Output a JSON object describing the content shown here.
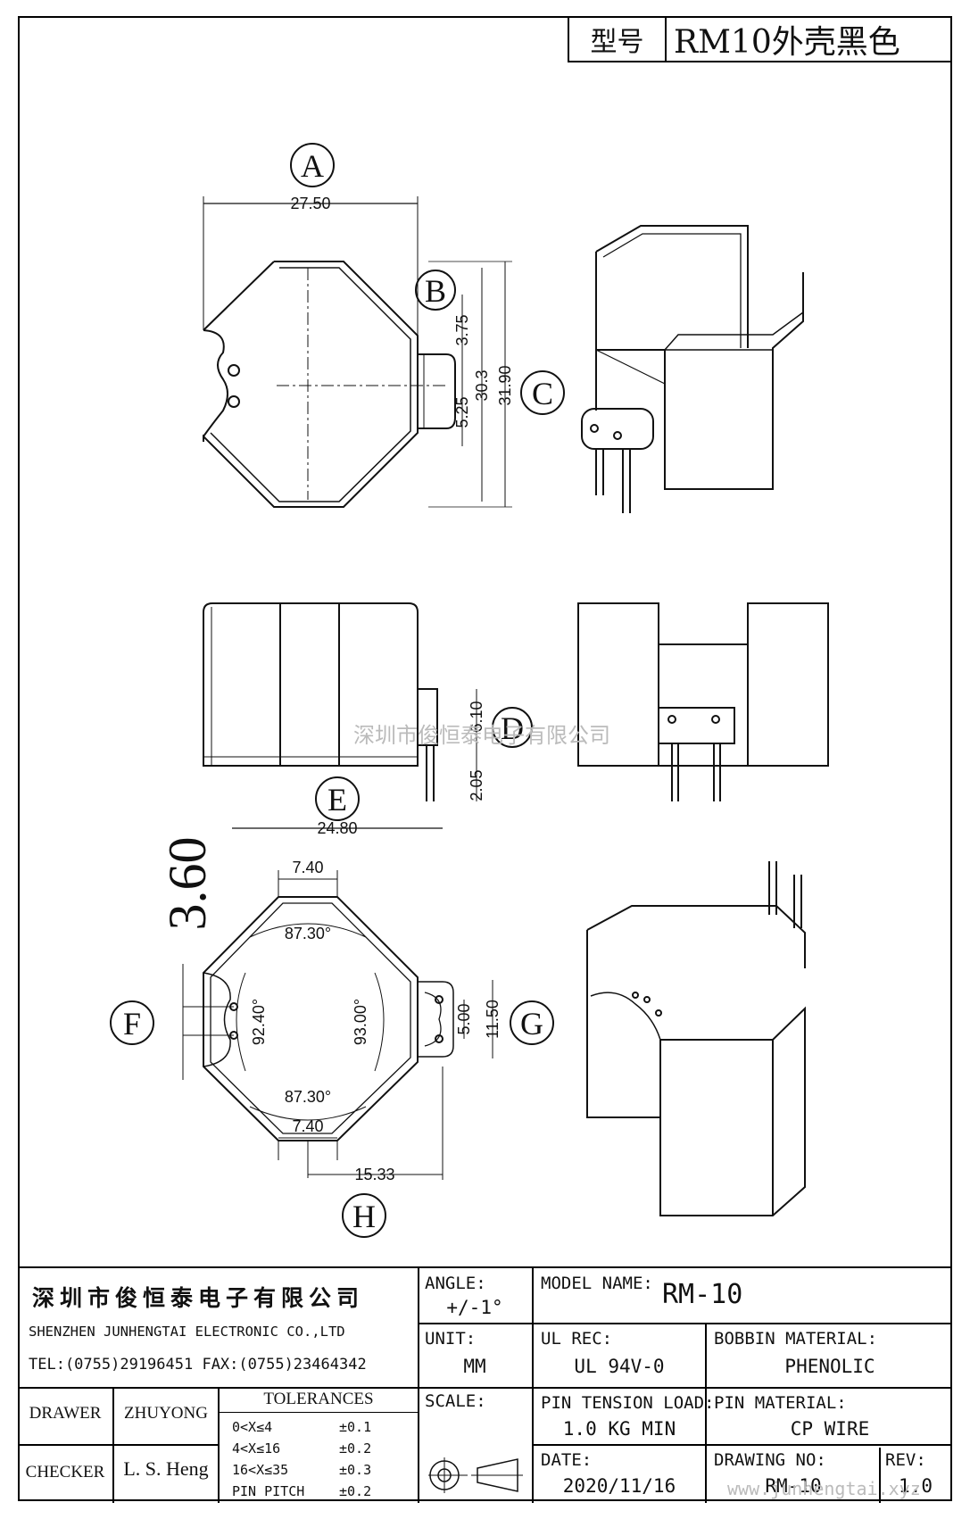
{
  "header": {
    "model_label": "型号",
    "model_value": "RM10外壳黑色"
  },
  "views": {
    "top": {
      "circle_a": "A",
      "circle_b": "B",
      "circle_c": "C",
      "dim_width": "27.50",
      "dim_375": "3.75",
      "dim_303": "30.3",
      "dim_525": "5.25",
      "dim_3190": "31.90"
    },
    "side": {
      "circle_d": "D",
      "dim_610": "6.10",
      "dim_205": "2.05"
    },
    "bottom": {
      "circle_e": "E",
      "circle_f": "F",
      "circle_g": "G",
      "circle_h": "H",
      "dim_2480": "24.80",
      "dim_740_top": "7.40",
      "dim_angle_top": "87.30°",
      "dim_angle_left": "92.40°",
      "dim_angle_right": "93.00°",
      "dim_angle_bottom": "87.30°",
      "dim_740_bottom": "7.40",
      "dim_1533": "15.33",
      "dim_500": "5.00",
      "dim_1150": "11.50",
      "dim_360": "3.60"
    }
  },
  "watermark": {
    "center": "深圳市俊恒泰电子有限公司",
    "corner": "www.junhengtai.xyz"
  },
  "title_block": {
    "company_cn": "深圳市俊恒泰电子有限公司",
    "company_en": "SHENZHEN JUNHENGTAI ELECTRONIC CO.,LTD",
    "company_tel": "TEL:(0755)29196451 FAX:(0755)23464342",
    "angle_label": "ANGLE:",
    "angle_value": "+/-1°",
    "model_name_label": "MODEL NAME:",
    "model_name_value": "RM-10",
    "unit_label": "UNIT:",
    "unit_value": "MM",
    "ul_rec_label": "UL REC:",
    "ul_rec_value": "UL 94V-0",
    "bobbin_label": "BOBBIN MATERIAL:",
    "bobbin_value": "PHENOLIC",
    "scale_label": "SCALE:",
    "pin_tension_label": "PIN TENSION LOAD:",
    "pin_tension_value": "1.0 KG MIN",
    "pin_material_label": "PIN MATERIAL:",
    "pin_material_value": "CP WIRE",
    "drawer_label": "DRAWER",
    "drawer_value": "ZHUYONG",
    "checker_label": "CHECKER",
    "checker_value": "L. S. Heng",
    "tolerances_title": "TOLERANCES",
    "tolerances": [
      {
        "range": "0<X≤4",
        "tol": "±0.1"
      },
      {
        "range": "4<X≤16",
        "tol": "±0.2"
      },
      {
        "range": "16<X≤35",
        "tol": "±0.3"
      },
      {
        "range": "PIN PITCH",
        "tol": "±0.2"
      }
    ],
    "date_label": "DATE:",
    "date_value": "2020/11/16",
    "drawing_no_label": "DRAWING NO:",
    "drawing_no_value": "RM-10",
    "rev_label": "REV:",
    "rev_value": "1.0"
  }
}
